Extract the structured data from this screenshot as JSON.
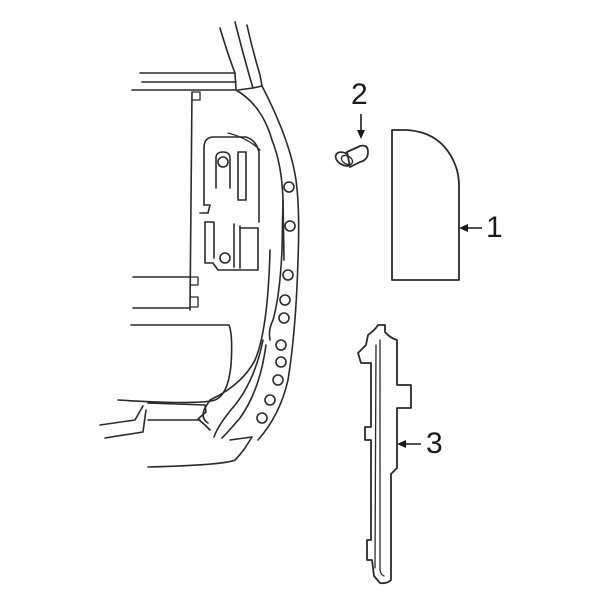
{
  "diagram": {
    "type": "exploded-parts-diagram",
    "callouts": [
      {
        "number": "1",
        "target": "rear-body-panel-cover"
      },
      {
        "number": "2",
        "target": "push-pin-clip"
      },
      {
        "number": "3",
        "target": "tail-lamp-side-trim"
      }
    ],
    "colors": {
      "line": "#2a2a2a",
      "background": "#ffffff"
    }
  }
}
